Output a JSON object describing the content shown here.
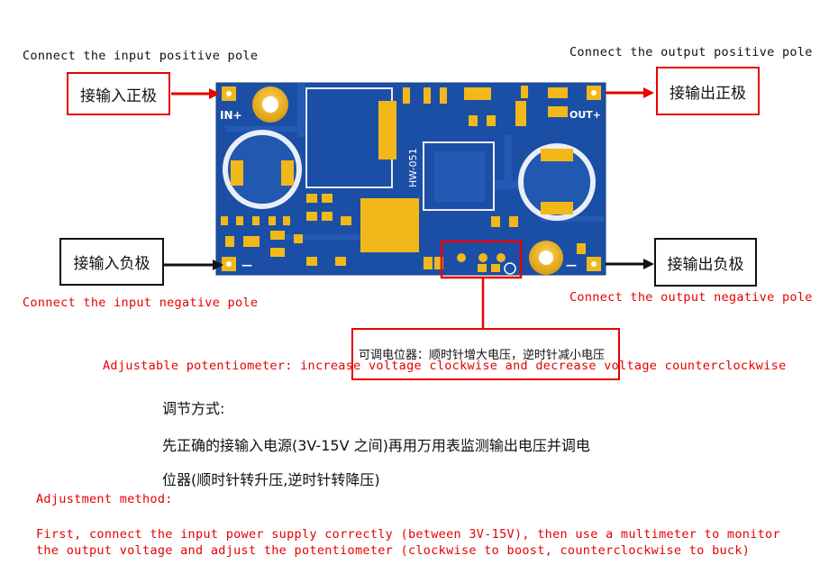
{
  "labels": {
    "input_positive_en": "Connect the input positive pole",
    "output_positive_en": "Connect the output positive pole",
    "input_positive_zh": "接输入正极",
    "output_positive_zh": "接输出正极",
    "input_negative_zh": "接输入负极",
    "output_negative_zh": "接输出负极",
    "input_negative_en": "Connect the input negative pole",
    "output_negative_en": "Connect the output negative pole",
    "pot_zh": "可调电位器：顺时针增大电压，逆时针减小电压",
    "pot_en": "Adjustable potentiometer: increase voltage clockwise and decrease voltage counterclockwise"
  },
  "board": {
    "model": "HW-051",
    "in_plus": "IN+",
    "out_plus": "OUT+",
    "minus": "—",
    "colors": {
      "board": "#1b4fa6",
      "pad": "#f2b81a",
      "highlight": "#e60000"
    }
  },
  "method": {
    "zh_title": "调节方式:",
    "zh_line1": "先正确的接输入电源(3V-15V 之间)再用万用表监测输出电压并调电",
    "zh_line2": "位器(顺时针转升压,逆时针转降压)",
    "en_title": "Adjustment method:",
    "en_line1": "First, connect the input power supply correctly (between 3V-15V), then use a multimeter to monitor",
    "en_line2": "the output voltage and adjust the potentiometer (clockwise to boost, counterclockwise to buck)"
  }
}
